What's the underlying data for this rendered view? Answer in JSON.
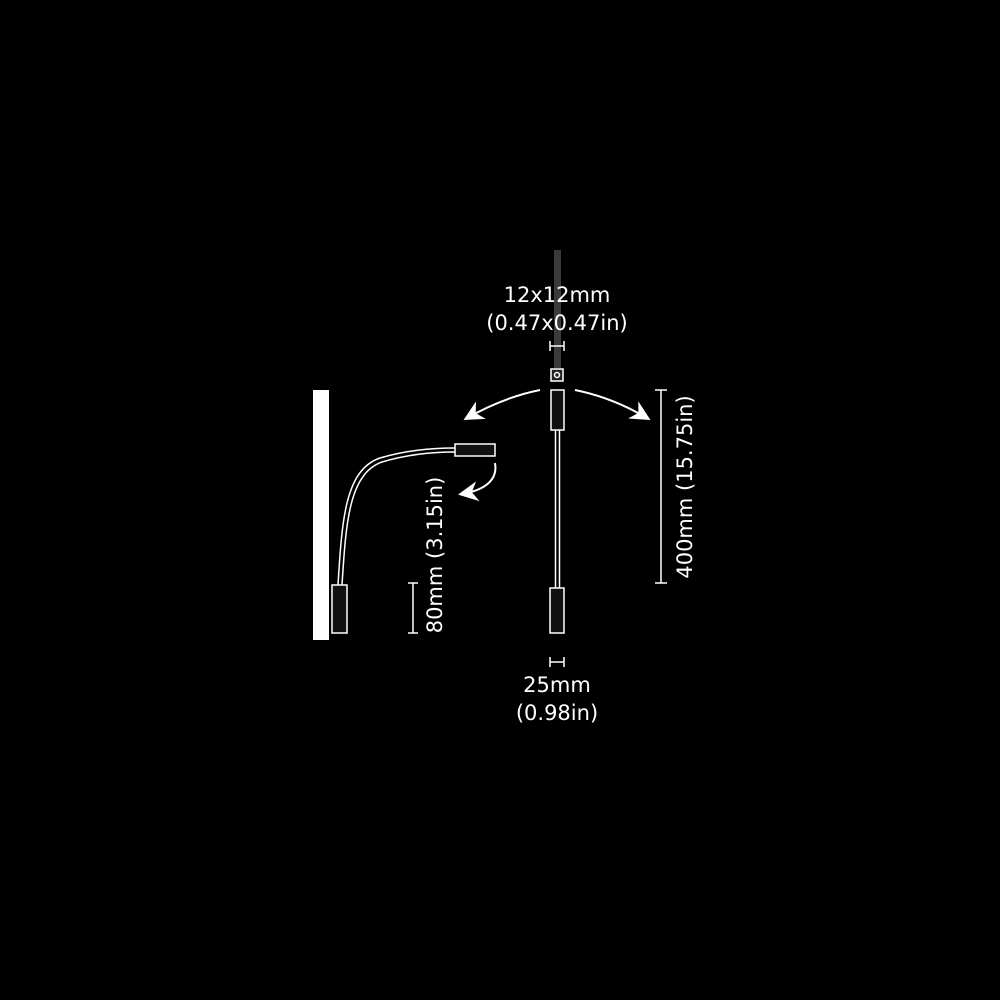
{
  "diagram": {
    "head_size": {
      "mm": "12x12mm",
      "in": "(0.47x0.47in)"
    },
    "head_height": {
      "label": "80mm (3.15in)"
    },
    "arm_length": {
      "label": "400mm (15.75in)"
    },
    "base_width": {
      "mm": "25mm",
      "in": "(0.98in)"
    }
  },
  "colors": {
    "background": "#000000",
    "line": "#ffffff",
    "cable": "#3a3a3a"
  }
}
